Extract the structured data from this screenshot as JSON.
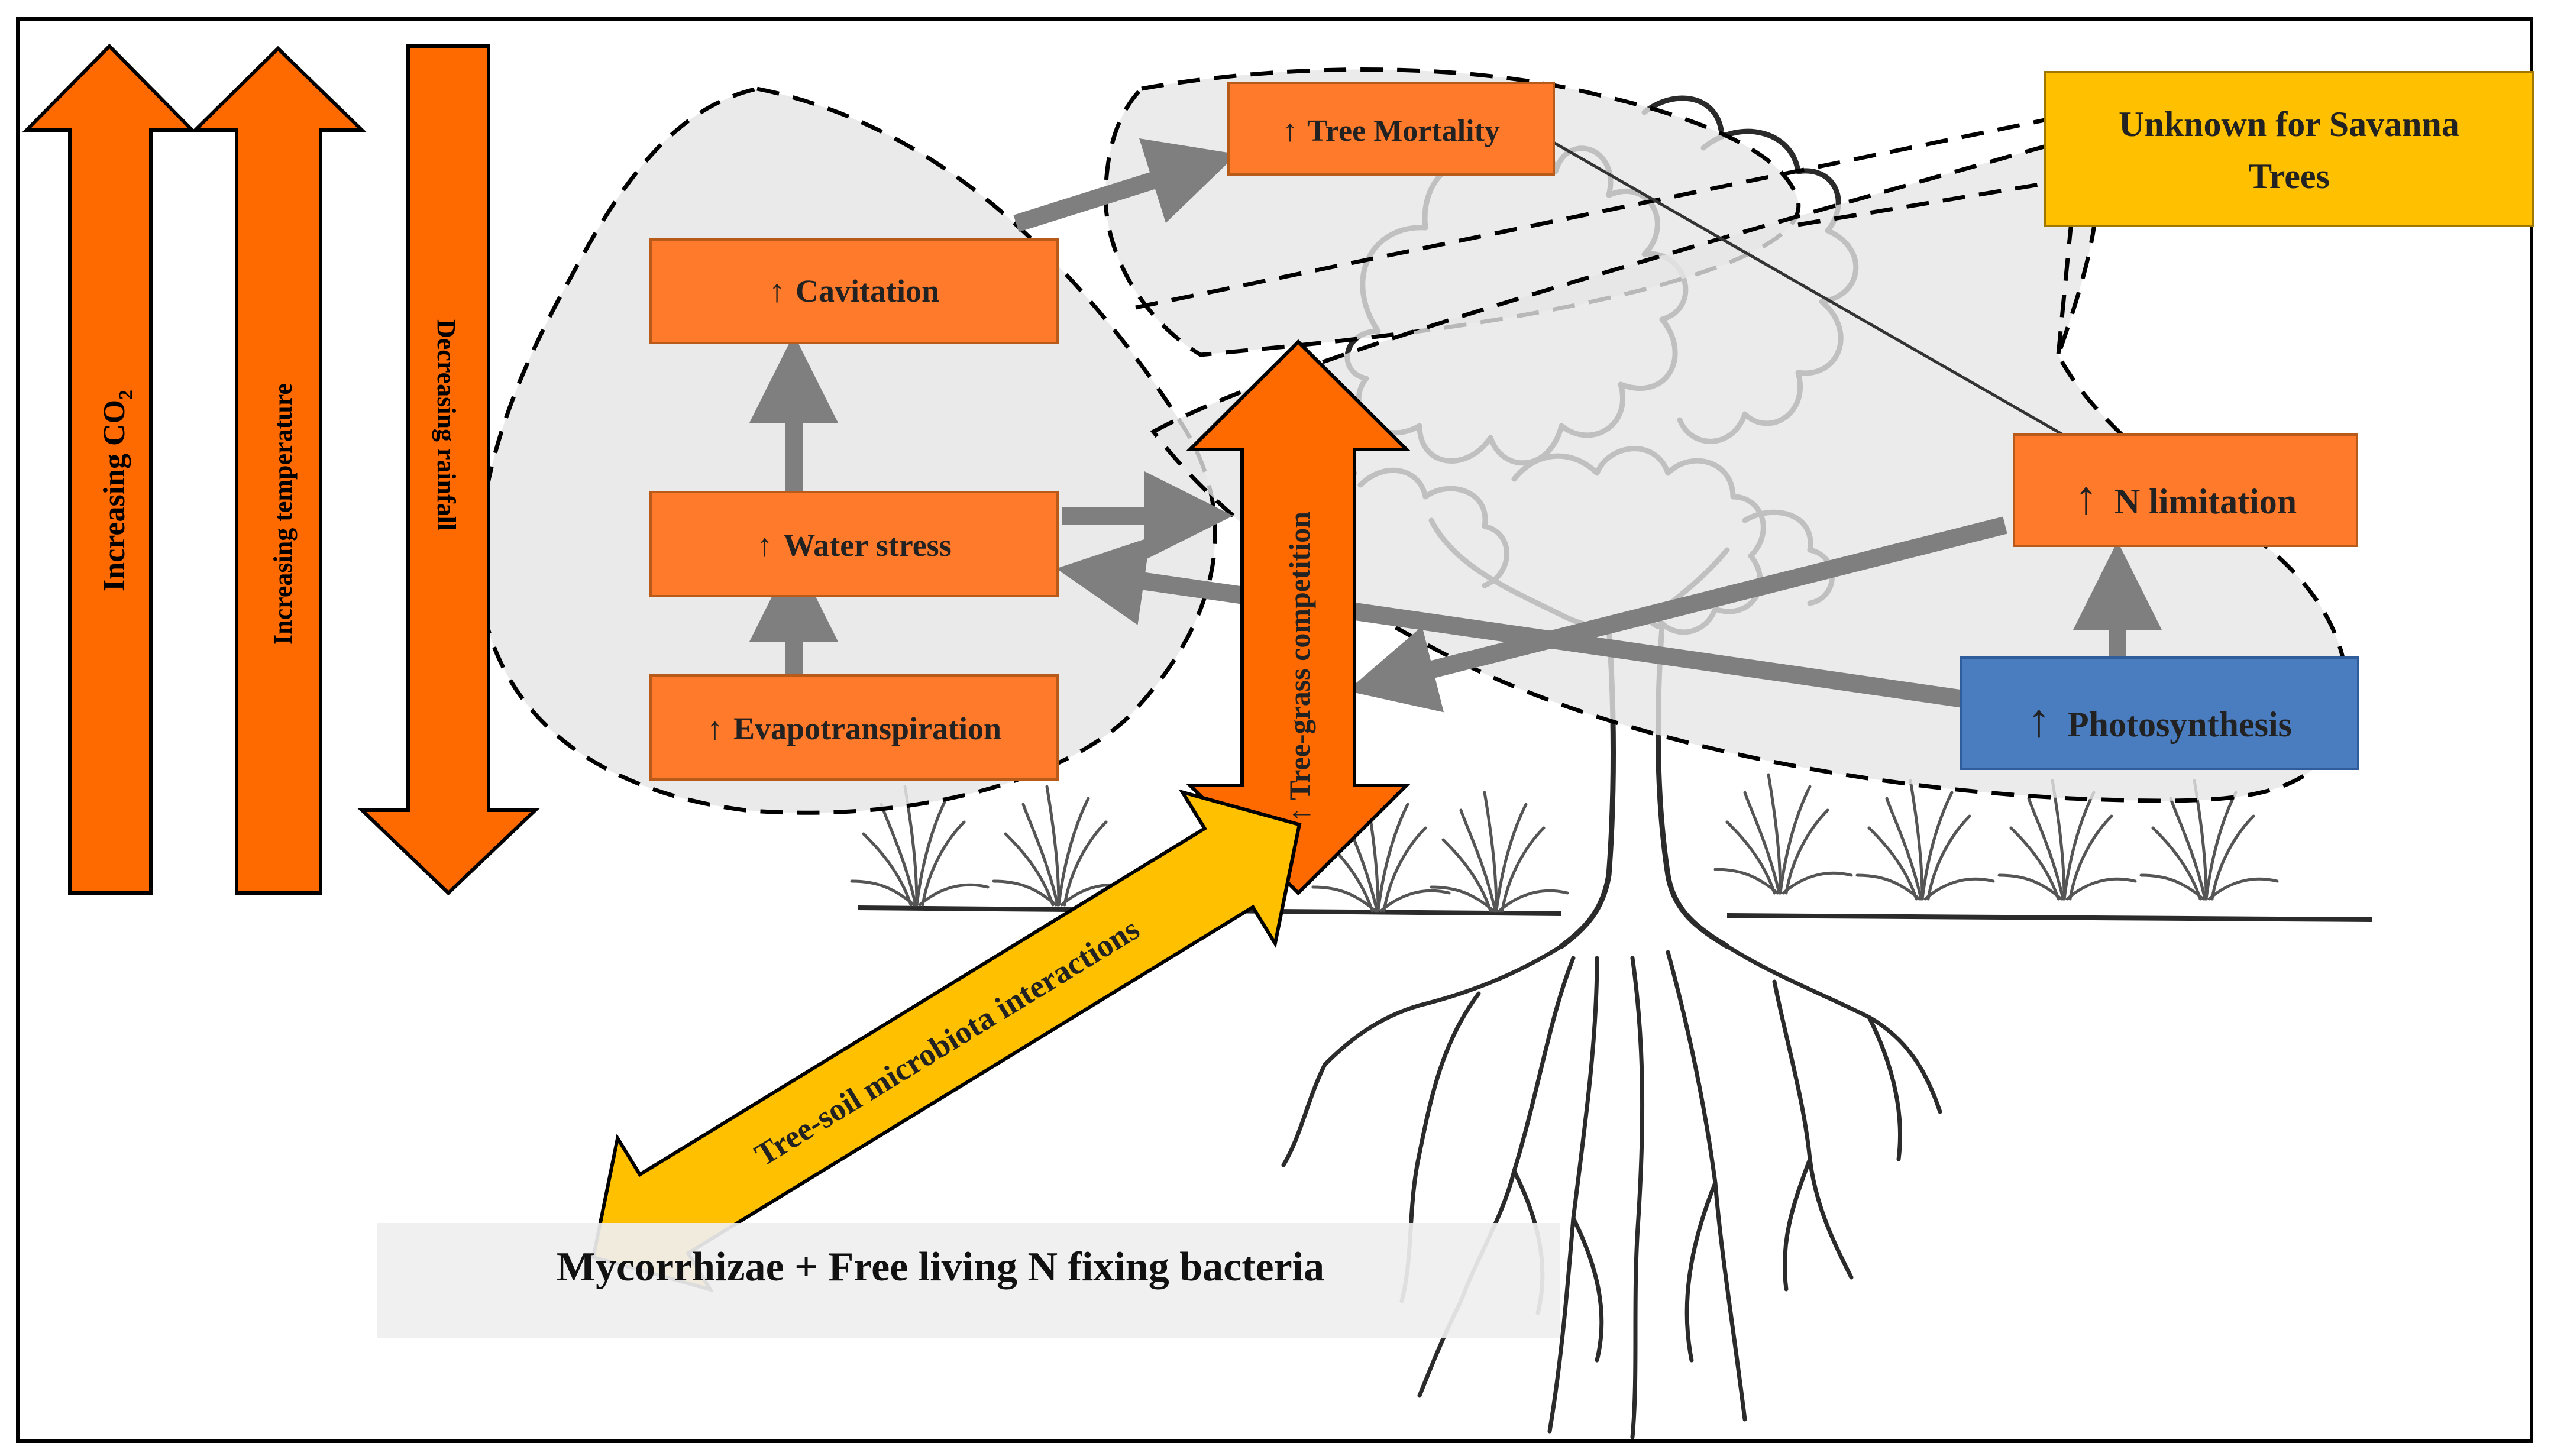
{
  "colors": {
    "orange_box": "#FF7A2A",
    "orange_arrow": "#FF6A00",
    "blue_box": "#4A7CC0",
    "yellow": "#FFC000",
    "grey_arrow": "#7F7F7F",
    "cloud_fill": "#E6E6E6",
    "soil_label_bg": "#EFEFEF"
  },
  "drivers": {
    "co2": {
      "main": "Increasing CO",
      "sub": "2"
    },
    "temperature": "Increasing temperature",
    "rainfall": "Decreasing rainfall"
  },
  "boxes": {
    "arrow_glyph": "↑",
    "cavitation": "Cavitation",
    "water_stress": "Water stress",
    "evapotranspiration": "Evapotranspiration",
    "tree_mortality": "Tree Mortality",
    "n_limitation": "N limitation",
    "photosynthesis": "Photosynthesis"
  },
  "unknown_note": {
    "line1": "Unknown for Savanna",
    "line2": "Trees"
  },
  "competition_label": "↑ Tree-grass competition",
  "microbiota_label": "Tree-soil microbiota interactions",
  "soil_label": "Mycorrhizae + Free living N fixing bacteria",
  "icons": [
    "tree-illustration",
    "grass-tuft",
    "root-system"
  ]
}
